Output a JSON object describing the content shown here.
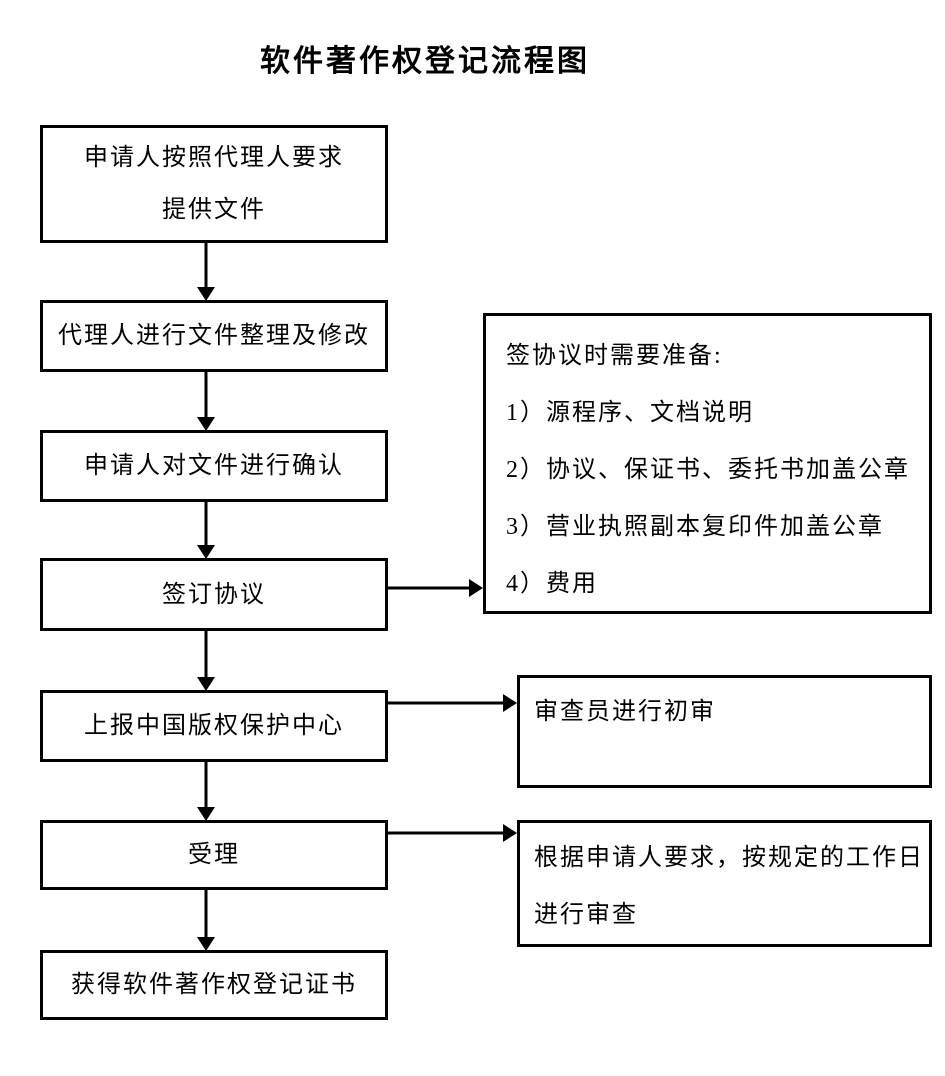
{
  "title": "软件著作权登记流程图",
  "colors": {
    "background": "#ffffff",
    "ink": "#000000"
  },
  "flow": {
    "steps": [
      {
        "id": "provide-documents",
        "lines": [
          "申请人按照代理人要求",
          "提供文件"
        ]
      },
      {
        "id": "agent-organizes-files",
        "lines": [
          "代理人进行文件整理及修改"
        ]
      },
      {
        "id": "applicant-confirms",
        "lines": [
          "申请人对文件进行确认"
        ]
      },
      {
        "id": "sign-agreement",
        "lines": [
          "签订协议"
        ]
      },
      {
        "id": "submit-to-center",
        "lines": [
          "上报中国版权保护中心"
        ]
      },
      {
        "id": "acceptance",
        "lines": [
          "受理"
        ]
      },
      {
        "id": "obtain-certificate",
        "lines": [
          "获得软件著作权登记证书"
        ]
      }
    ],
    "notes": [
      {
        "id": "agreement-checklist",
        "attached_to": "sign-agreement",
        "lines": [
          "签协议时需要准备:",
          "1）源程序、文档说明",
          "2）协议、保证书、委托书加盖公章",
          "3）营业执照副本复印件加盖公章",
          "4）费用"
        ]
      },
      {
        "id": "preliminary-review",
        "attached_to": "submit-to-center",
        "lines": [
          "审查员进行初审"
        ]
      },
      {
        "id": "review-working-days",
        "attached_to": "acceptance",
        "lines": [
          "根据申请人要求，按规定的工作日",
          "进行审查"
        ]
      }
    ]
  }
}
